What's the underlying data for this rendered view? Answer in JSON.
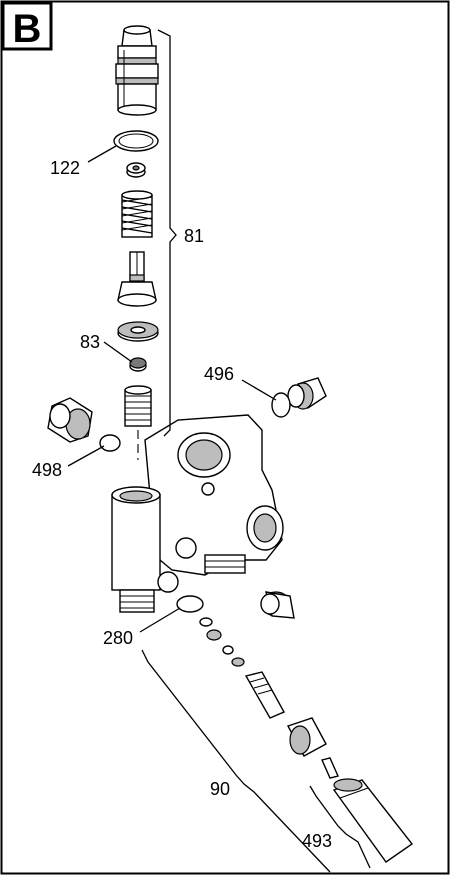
{
  "panel": {
    "letter": "B"
  },
  "callouts": {
    "c122": "122",
    "c81": "81",
    "c83": "83",
    "c496": "496",
    "c498": "498",
    "c280": "280",
    "c90": "90",
    "c493": "493"
  }
}
